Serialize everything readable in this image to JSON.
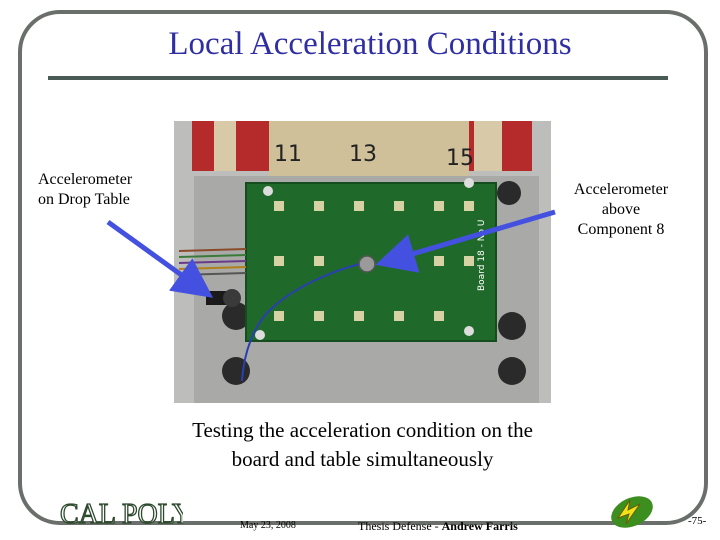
{
  "slide": {
    "title": "Local Acceleration Conditions",
    "label_left_line1": "Accelerometer",
    "label_left_line2": "on Drop Table",
    "label_right_line1": "Accelerometer",
    "label_right_line2": "above",
    "label_right_line3": "Component 8",
    "caption_line1": "Testing the acceleration condition on the",
    "caption_line2": "board and table simultaneously",
    "photo_labels": [
      "11",
      "13",
      "15"
    ],
    "board_label": "Board 18 - No U"
  },
  "footer": {
    "date": "May 23, 2008",
    "thesis_prefix": "Thesis Defense - ",
    "author": "Andrew Farris",
    "page": "-75-",
    "logo_text": "CAL POLY"
  },
  "colors": {
    "title": "#2f2fa3",
    "frame": "#6b6f6b",
    "arrow": "#4450e0",
    "board": "#1f6a2a"
  }
}
